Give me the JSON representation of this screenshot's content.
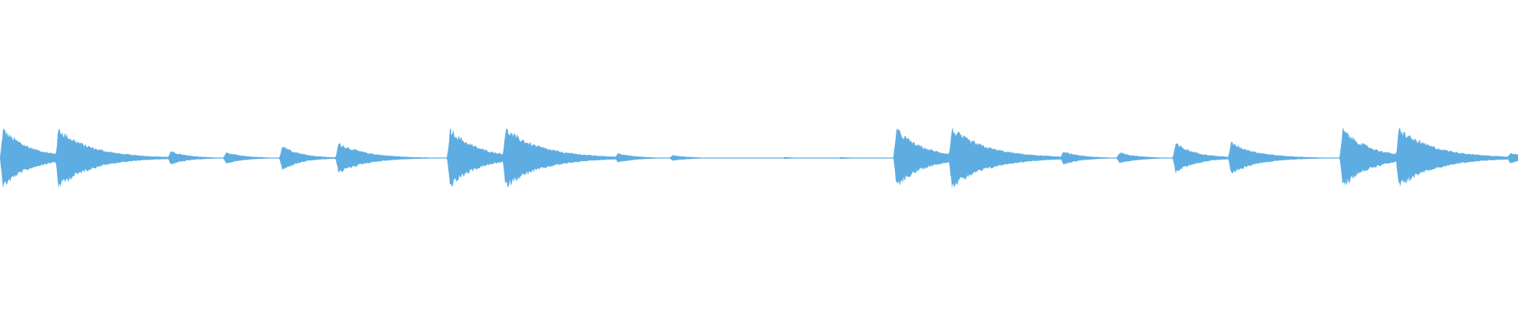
{
  "waveform": {
    "color": "#5dade2",
    "background": "#ffffff",
    "events": [
      {
        "start": 0.0,
        "peak": 0.62,
        "decay": 0.018
      },
      {
        "start": 0.0365,
        "peak": 0.62,
        "decay": 0.022
      },
      {
        "start": 0.1105,
        "peak": 0.14,
        "decay": 0.012
      },
      {
        "start": 0.147,
        "peak": 0.12,
        "decay": 0.012
      },
      {
        "start": 0.184,
        "peak": 0.27,
        "decay": 0.012
      },
      {
        "start": 0.221,
        "peak": 0.32,
        "decay": 0.018
      },
      {
        "start": 0.2945,
        "peak": 0.62,
        "decay": 0.018
      },
      {
        "start": 0.331,
        "peak": 0.62,
        "decay": 0.024
      },
      {
        "start": 0.405,
        "peak": 0.1,
        "decay": 0.012
      },
      {
        "start": 0.441,
        "peak": 0.06,
        "decay": 0.012
      },
      {
        "start": 0.515,
        "peak": 0.02,
        "decay": 0.012
      },
      {
        "start": 0.552,
        "peak": 0.02,
        "decay": 0.012
      },
      {
        "start": 0.5885,
        "peak": 0.62,
        "decay": 0.018
      },
      {
        "start": 0.625,
        "peak": 0.62,
        "decay": 0.024
      },
      {
        "start": 0.6985,
        "peak": 0.14,
        "decay": 0.012
      },
      {
        "start": 0.7355,
        "peak": 0.12,
        "decay": 0.012
      },
      {
        "start": 0.7725,
        "peak": 0.31,
        "decay": 0.014
      },
      {
        "start": 0.809,
        "peak": 0.33,
        "decay": 0.018
      },
      {
        "start": 0.8825,
        "peak": 0.62,
        "decay": 0.018
      },
      {
        "start": 0.9195,
        "peak": 0.62,
        "decay": 0.024
      },
      {
        "start": 0.993,
        "peak": 0.12,
        "decay": 0.01
      }
    ]
  }
}
